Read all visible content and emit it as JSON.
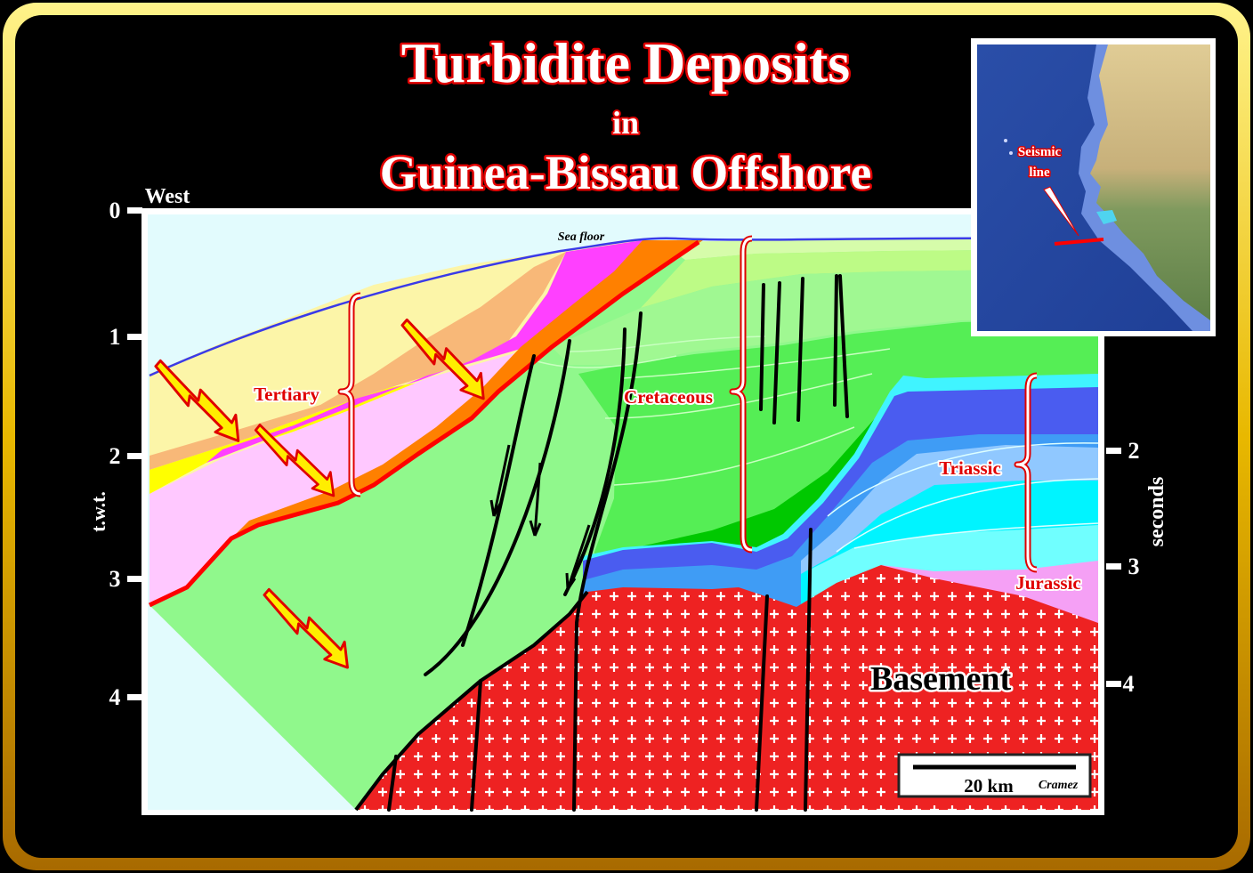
{
  "title": {
    "line1": "Turbidite Deposits",
    "line2": "in",
    "line3": "Guinea-Bissau Offshore"
  },
  "labels": {
    "west": "West",
    "sea_floor": "Sea floor",
    "tertiary": "Tertiary",
    "cretaceous": "Cretaceous",
    "triassic": "Triassic",
    "jurassic": "Jurassic",
    "basement": "Basement"
  },
  "left_axis": {
    "title": "t.w.t.",
    "ticks": [
      "0",
      "1",
      "2",
      "3",
      "4"
    ]
  },
  "right_axis": {
    "title": "seconds",
    "ticks": [
      "2",
      "3",
      "4"
    ]
  },
  "inset_map": {
    "label_line1": "Seismic",
    "label_line2": "line"
  },
  "scale_bar": {
    "label": "20 km",
    "author": "Cramez"
  },
  "colors": {
    "frame": "#f0c800",
    "water": "#e2fbfd",
    "sea_floor_line": "#3a3ae8",
    "tertiary_yellow_light": "#fcf5a8",
    "tertiary_tan": "#f8b878",
    "tertiary_yellow": "#ffff00",
    "tertiary_magenta": "#ff40ff",
    "tertiary_pink": "#ffc8ff",
    "tertiary_orange": "#ff8000",
    "cretaceous_light": "#90f88c",
    "cretaceous_bright": "#55ee55",
    "cretaceous_dark": "#00c800",
    "triassic_blue": "#4a5cf0",
    "triassic_cyan": "#00f8ff",
    "jurassic_pink": "#f5a0f5",
    "basement_red": "#ee2222"
  }
}
